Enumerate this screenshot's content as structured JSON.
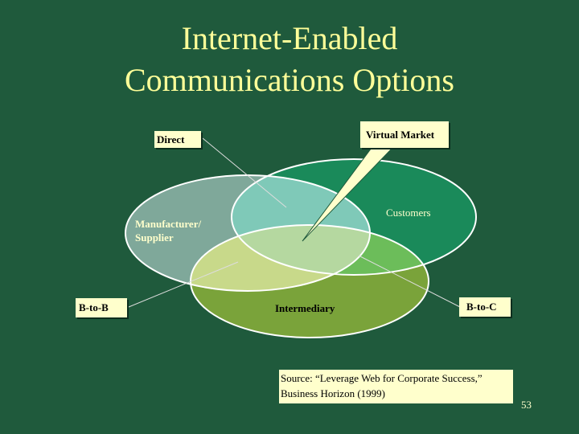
{
  "title": {
    "line1": "Internet-Enabled",
    "line2": "Communications Options"
  },
  "labels": {
    "direct": "Direct",
    "virtual_market": "Virtual Market",
    "customers": "Customers",
    "manufacturer_supplier_line1": "Manufacturer/",
    "manufacturer_supplier_line2": "Supplier",
    "b_to_b": "B-to-B",
    "intermediary": "Intermediary",
    "b_to_c": "B-to-C"
  },
  "source": {
    "line1": "Source: “Leverage Web for Corporate Success,”",
    "line2": "Business Horizon (1999)"
  },
  "page_number": "53",
  "colors": {
    "background": "#1f5a3c",
    "title": "#ffff99",
    "label_box": "#ffffcc",
    "circle_manufacturer": "#7fa89a",
    "circle_customers": "#1a8a5a",
    "circle_intermediary": "#7aa33a",
    "overlap_mc": "#7fc9b8",
    "overlap_mi": "#c8d98a",
    "overlap_ci": "#6cbd5a",
    "overlap_center": "#b5d8a0"
  }
}
